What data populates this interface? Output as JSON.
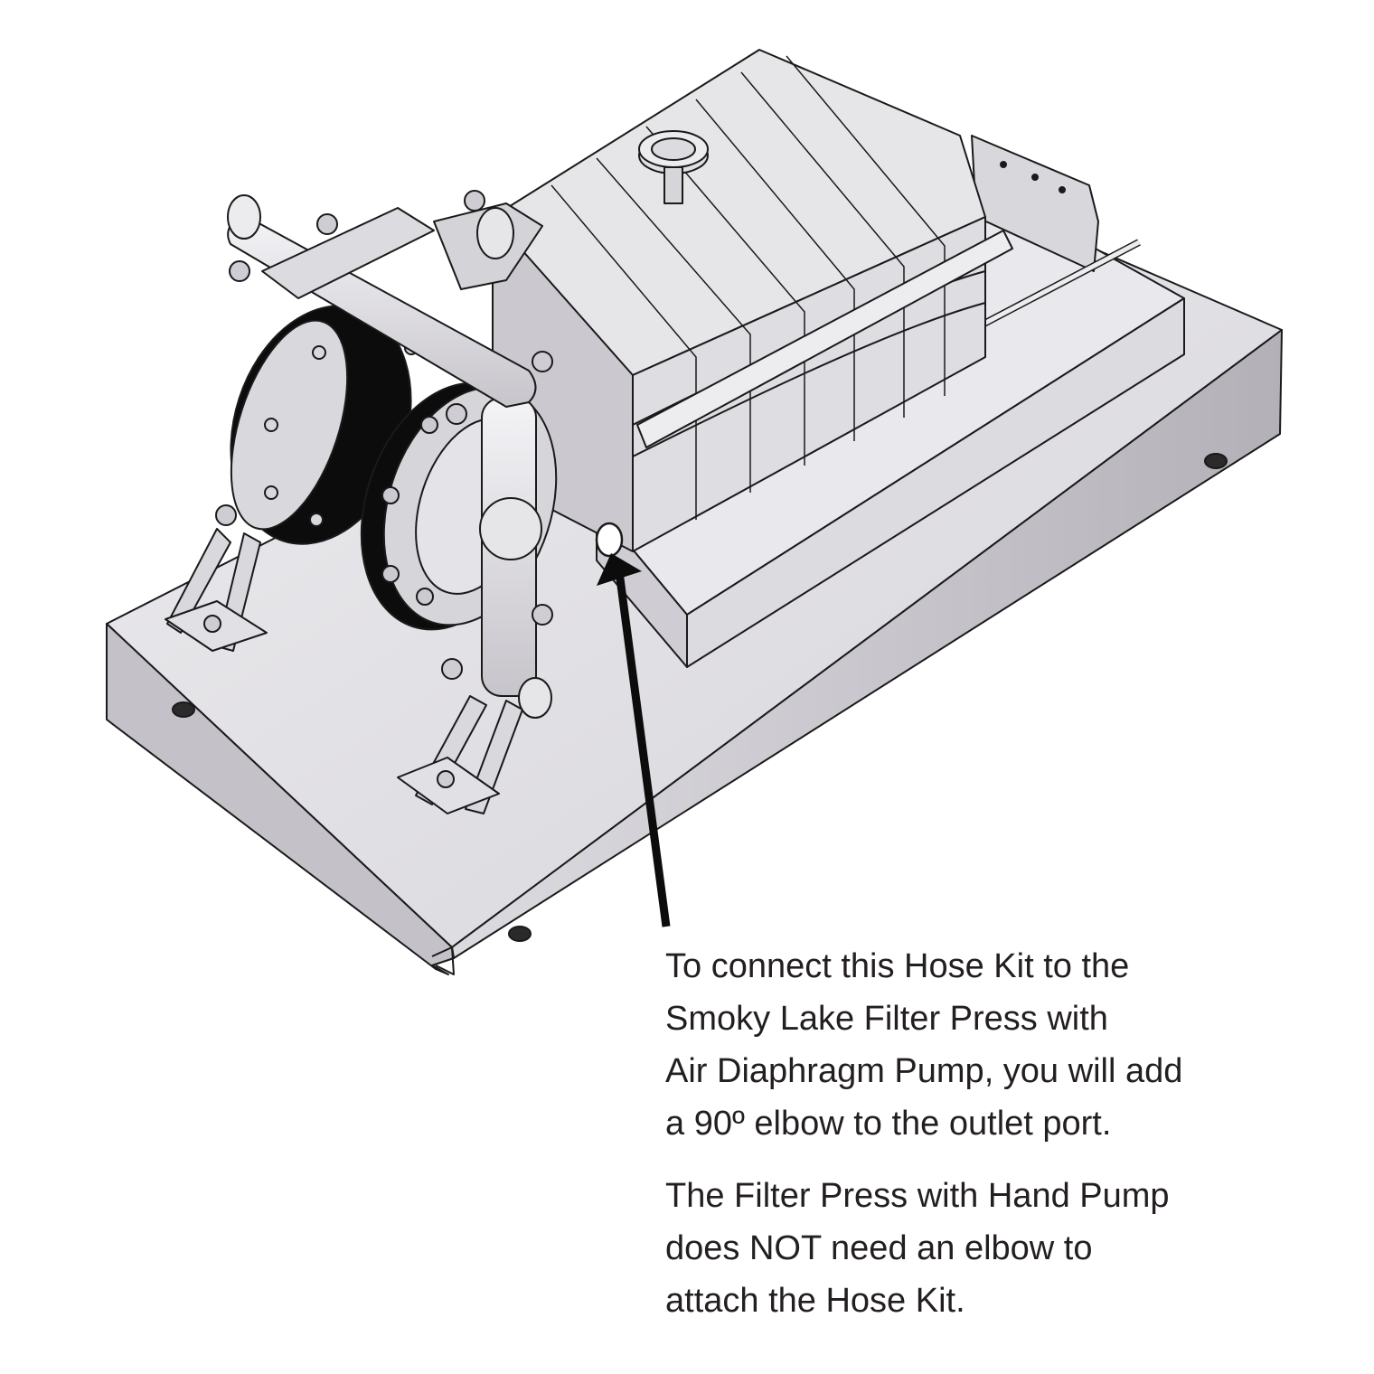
{
  "callout": {
    "paragraph_1": [
      "To connect this Hose Kit to the",
      "Smoky Lake Filter Press with",
      "Air Diaphragm Pump, you will add",
      "a 90º elbow to the outlet port."
    ],
    "paragraph_2": [
      "The Filter Press with Hand Pump",
      "does NOT need an elbow to",
      "attach the Hose Kit."
    ]
  },
  "colors": {
    "line": "#1a1a1a",
    "metal_light": "#e6e5e8",
    "metal_mid": "#cfcdd3",
    "metal_dark": "#b9b7bd",
    "diaphragm": "#0c0c0c",
    "text": "#231f20"
  }
}
